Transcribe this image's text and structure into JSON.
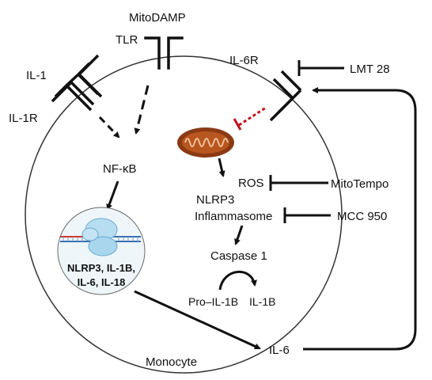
{
  "labels": {
    "mitodamp": "MitoDAMP",
    "tlr": "TLR",
    "il1": "IL-1",
    "il1r": "IL-1R",
    "il6r": "IL-6R",
    "lmt28": "LMT 28",
    "nfkb": "NF-κB",
    "ros": "ROS",
    "mitotempo": "MitoTempo",
    "nlrp3": "NLRP3",
    "inflammasome": "Inflammasome",
    "mcc950": "MCC 950",
    "caspase1": "Caspase 1",
    "pro_il1b": "Pro–IL-1B",
    "il1b": "IL-1B",
    "genes_line1": "NLRP3, IL-1B,",
    "genes_line2": "IL-6, IL-18",
    "il6": "IL-6",
    "monocyte": "Monocyte"
  },
  "colors": {
    "line": "#111111",
    "inhibitor_dashed": "#c0141c",
    "mitochondrion_outer": "#8a3a14",
    "mitochondrion_inner": "#c56a2e",
    "nucleus_fill": "#eef6fa",
    "ribosome": "#a9d6ec",
    "dna_red": "#d2352b",
    "dna_blue": "#3a6fb0"
  }
}
